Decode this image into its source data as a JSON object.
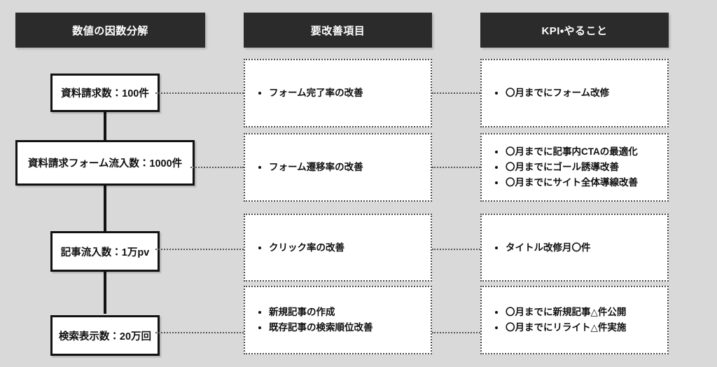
{
  "columns": [
    {
      "id": "factor-decomposition",
      "header": "数値の因数分解"
    },
    {
      "id": "improvement-items",
      "header": "要改善項目"
    },
    {
      "id": "kpi-actions",
      "header": "KPI・やること"
    }
  ],
  "metrics": [
    {
      "label": "資料請求数：100件"
    },
    {
      "label": "資料請求フォーム流入数：1000件"
    },
    {
      "label": "記事流入数：1万pv"
    },
    {
      "label": "検索表示数：20万回"
    }
  ],
  "improvements": [
    {
      "bullets": [
        "フォーム完了率の改善"
      ]
    },
    {
      "bullets": [
        "フォーム遷移率の改善"
      ]
    },
    {
      "bullets": [
        "クリック率の改善"
      ]
    },
    {
      "bullets": [
        "新規記事の作成",
        "既存記事の検索順位改善"
      ]
    }
  ],
  "kpis": [
    {
      "bullets": [
        "〇月までにフォーム改修"
      ]
    },
    {
      "bullets": [
        "〇月までに記事内CTAの最適化",
        "〇月までにゴール誘導改善",
        "〇月までにサイト全体導線改善"
      ]
    },
    {
      "bullets": [
        "タイトル改修月〇件"
      ]
    },
    {
      "bullets": [
        "〇月までに新規記事△件公開",
        "〇月までにリライト△件実施"
      ]
    }
  ],
  "theme": {
    "background": "#d9d9d9",
    "header_bg": "#2b2b2b",
    "header_text": "#ffffff",
    "box_border": "#121212",
    "box_bg": "#ffffff",
    "dotted_border": "#4a4a4a",
    "text": "#111111"
  }
}
